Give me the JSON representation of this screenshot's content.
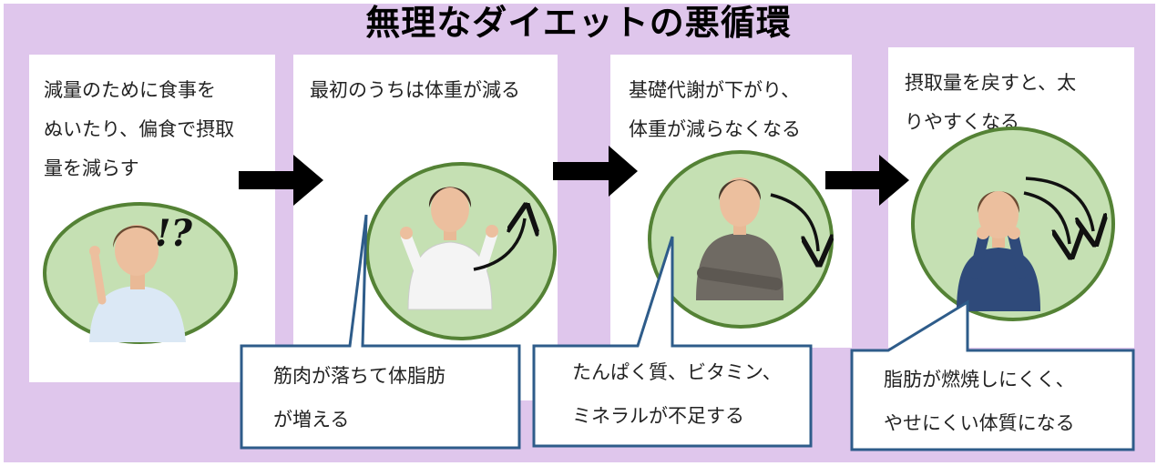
{
  "title": "無理なダイエットの悪循環",
  "steps": [
    {
      "line1": "減量のために食事を",
      "line2": "ぬいたり、偏食で摂取",
      "line3": "量を減らす"
    },
    {
      "line1": "最初のうちは体重が減る"
    },
    {
      "line1": "基礎代謝が下がり、",
      "line2": "体重が減らなくなる"
    },
    {
      "line1": "摂取量を戻すと、太",
      "line2": "りやすくなる"
    }
  ],
  "callouts": [
    {
      "line1": "筋肉が落ちて体脂肪",
      "line2": "が増える"
    },
    {
      "line1": "たんぱく質、ビタミン、",
      "line2": "ミネラルが不足する"
    },
    {
      "line1": "脂肪が燃焼しにくく、",
      "line2": "やせにくい体質になる"
    }
  ],
  "marks": {
    "exclaim": "!?"
  },
  "colors": {
    "background": "#dfc6ec",
    "panel": "#ffffff",
    "circle_fill": "#c5e0b3",
    "circle_stroke": "#548235",
    "callout_stroke": "#2e5c8a",
    "arrow": "#000000"
  }
}
